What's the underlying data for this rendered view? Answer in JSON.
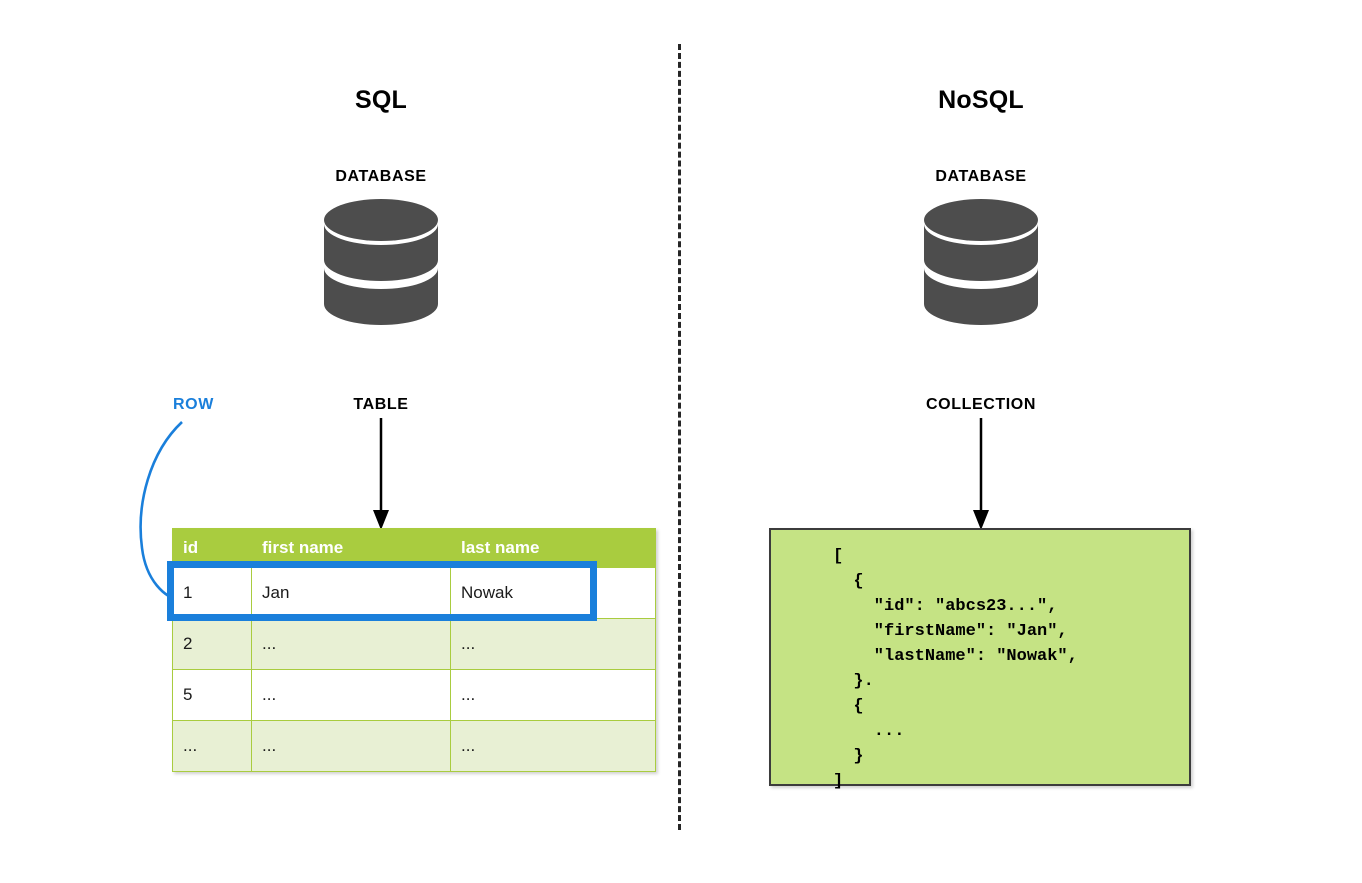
{
  "diagram": {
    "title_left": "SQL",
    "title_right": "NoSQL",
    "divider": "dashed-vertical-separator"
  },
  "colors": {
    "table_header_green": "#a9cc3f",
    "table_alt_row_green": "#e8f0d4",
    "code_block_green": "#c5e384",
    "highlight_blue": "#1a7fdb",
    "database_icon_gray": "#4d4d4d",
    "arrow_black": "#000000"
  },
  "sql": {
    "title": "SQL",
    "database_label": "DATABASE",
    "database_icon": "database-cylinder-icon",
    "table_label": "TABLE",
    "row_label": "ROW",
    "table": {
      "columns": [
        "id",
        "first name",
        "last name"
      ],
      "rows": [
        {
          "cells": [
            "1",
            "Jan",
            "Nowak"
          ],
          "highlighted": true
        },
        {
          "cells": [
            "2",
            "...",
            "..."
          ],
          "highlighted": false
        },
        {
          "cells": [
            "5",
            "...",
            "..."
          ],
          "highlighted": false
        },
        {
          "cells": [
            "...",
            "...",
            "..."
          ],
          "highlighted": false
        }
      ]
    }
  },
  "nosql": {
    "title": "NoSQL",
    "database_label": "DATABASE",
    "database_icon": "database-cylinder-icon",
    "collection_label": "COLLECTION",
    "code": "[\n  {\n    \"id\": \"abcs23...\",\n    \"firstName\": \"Jan\",\n    \"lastName\": \"Nowak\",\n  }.\n  {\n    ...\n  }\n]"
  }
}
